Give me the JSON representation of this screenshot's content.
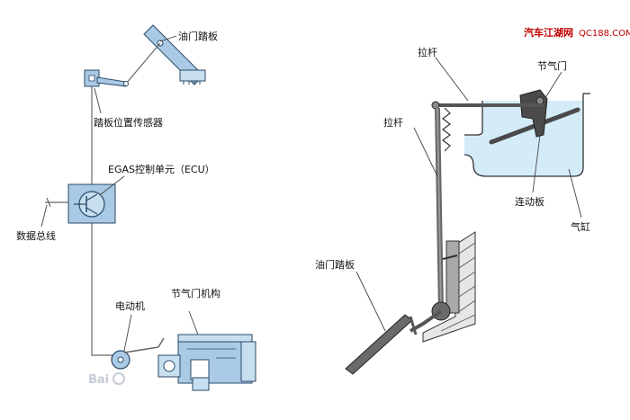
{
  "watermark": {
    "site": "汽车江湖网",
    "domain": "QC188.COM"
  },
  "baidu_logo": "Bai",
  "left_diagram": {
    "accelerator_pedal": "油门踏板",
    "pedal_position_sensor": "踏板位置传感器",
    "egas_ecu": "EGAS控制单元（ECU）",
    "data_bus": "数据总线",
    "electric_motor": "电动机",
    "throttle_mechanism": "节气门机构"
  },
  "right_diagram": {
    "pull_rod_top": "拉杆",
    "pull_rod_side": "拉杆",
    "throttle_valve": "节气门",
    "linkage_plate": "连动板",
    "cylinder": "气缸",
    "accelerator_pedal": "油门踏板"
  },
  "colors": {
    "line": "#666666",
    "part_fill": "#a9c9e4",
    "part_stroke": "#2a4a6a",
    "cylinder_fill": "#d4ecf8",
    "dark_part": "#4a4a4a",
    "watermark": "#c00000"
  }
}
